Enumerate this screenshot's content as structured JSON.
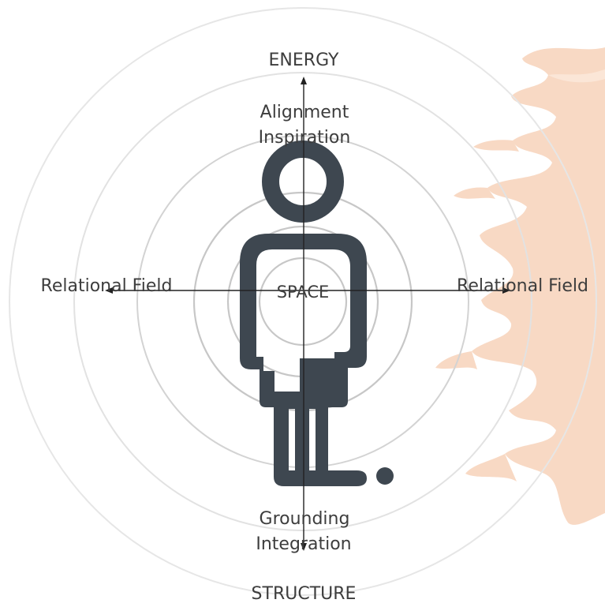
{
  "labels": {
    "top_axis": "ENERGY",
    "bottom_axis": "STRUCTURE",
    "left_axis": "Relational Field",
    "right_axis": "Relational Field",
    "top_inner_line1": "Alignment",
    "top_inner_line2": "Inspiration",
    "bottom_inner_line1": "Grounding",
    "bottom_inner_line2": "Integration",
    "center": "SPACE"
  },
  "colors": {
    "figure": "#3e4750",
    "axis": "#222222",
    "inner_rings": "#c7c7c7",
    "outer_rings": "#e2e2e2",
    "brush_stroke": "#f8d9c4",
    "text": "#3d3d3d"
  },
  "icons": {
    "figure": "person-icon",
    "brush": "paint-stroke-decoration"
  }
}
